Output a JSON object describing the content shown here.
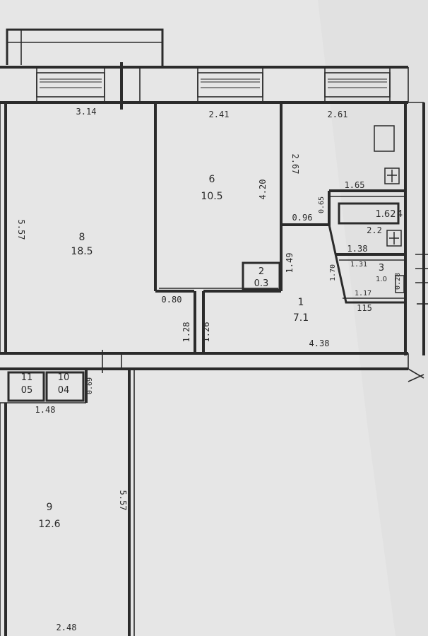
{
  "rooms": [
    {
      "id": "r1",
      "number": "1",
      "area": "7.1"
    },
    {
      "id": "r2",
      "number": "2",
      "area": "0.3"
    },
    {
      "id": "r3",
      "number": "3",
      "area": "1.0"
    },
    {
      "id": "r4",
      "number": "4",
      "area": "1.62"
    },
    {
      "id": "r6",
      "number": "6",
      "area": "10.5"
    },
    {
      "id": "r8",
      "number": "8",
      "area": "18.5"
    },
    {
      "id": "r9",
      "number": "9",
      "area": "12.6"
    },
    {
      "id": "r10",
      "number": "10",
      "area": "04"
    },
    {
      "id": "r11",
      "number": "11",
      "area": "05"
    }
  ],
  "dimensions": {
    "d_314": "3.14",
    "d_241": "2.41",
    "d_261": "2.61",
    "d_557_top": "5.57",
    "d_420": "4.20",
    "d_267": "2.67",
    "d_165": "1.65",
    "d_096": "0.96",
    "d_065": "0.65",
    "d_22": "2.2",
    "d_138": "1.38",
    "d_131": "1.31",
    "d_170": "1.70",
    "d_117": "1.17",
    "d_115": "115",
    "d_028": "0.28",
    "d_080": "0.80",
    "d_128": "1.28",
    "d_126": "1.26",
    "d_149": "1.49",
    "d_438": "4.38",
    "d_148": "1.48",
    "d_069": "0.69",
    "d_557_bottom": "5.57",
    "d_248": "2.48"
  }
}
